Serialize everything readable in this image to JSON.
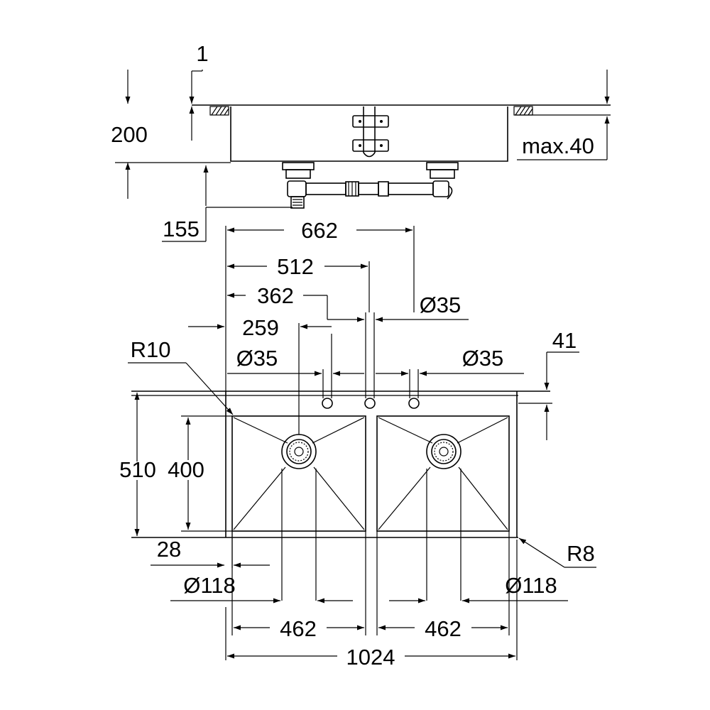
{
  "labels": {
    "d1": "1",
    "d200": "200",
    "max40": "max.40",
    "d155": "155",
    "d662": "662",
    "d512": "512",
    "d362": "362",
    "dia35_top": "Ø35",
    "d259": "259",
    "r10": "R10",
    "dia35_left": "Ø35",
    "dia35_right": "Ø35",
    "d41": "41",
    "d510": "510",
    "d400": "400",
    "d28": "28",
    "r8": "R8",
    "dia118_left": "Ø118",
    "dia118_right": "Ø118",
    "d462_left": "462",
    "d462_right": "462",
    "d1024": "1024"
  },
  "colors": {
    "line": "#000000",
    "background": "#ffffff"
  },
  "icons": [
    "arrow-icon",
    "drain-icon",
    "tap-hole-icon",
    "hatch-icon"
  ]
}
